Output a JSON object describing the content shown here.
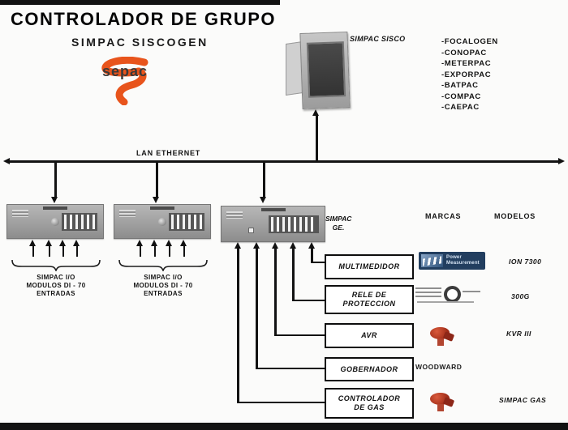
{
  "title": "CONTROLADOR DE GRUPO",
  "subtitle": "SIMPAC SISCOGEN",
  "logo": {
    "text": "sepac",
    "accent_color": "#e8541c"
  },
  "hmi": {
    "label": "SIMPAC SISCO"
  },
  "features": {
    "items": [
      "-FOCALOGEN",
      "-CONOPAC",
      "-METERPAC",
      "-EXPORPAC",
      "-BATPAC",
      "-COMPAC",
      "-CAEPAC"
    ]
  },
  "bus": {
    "label": "LAN ETHERNET"
  },
  "io_left": {
    "line1": "SIMPAC I/O",
    "line2": "MODULOS DI - 70",
    "line3": "ENTRADAS"
  },
  "io_right": {
    "line1": "SIMPAC I/O",
    "line2": "MODULOS DI - 70",
    "line3": "ENTRADAS"
  },
  "controller": {
    "line1": "SIMPAC",
    "line2": "GE."
  },
  "headers": {
    "marcas": "MARCAS",
    "modelos": "MODELOS"
  },
  "boxes": {
    "multimedidor": "MULTIMEDIDOR",
    "rele_line1": "RELE DE",
    "rele_line2": "PROTECCION",
    "avr": "AVR",
    "gobernador": "GOBERNADOR",
    "controlador_line1": "CONTROLADOR",
    "controlador_line2": "DE GAS"
  },
  "brands": {
    "pm_line1": "Power",
    "pm_line2": "Measurement",
    "woodward": "WOODWARD"
  },
  "models": {
    "multimedidor": "ION 7300",
    "rele": "300G",
    "avr": "KVR III",
    "controlador": "SIMPAC GAS"
  },
  "colors": {
    "accent_orange": "#e8541c",
    "badge_blue": "#223e5f",
    "actuator_red": "#9c2a16"
  }
}
